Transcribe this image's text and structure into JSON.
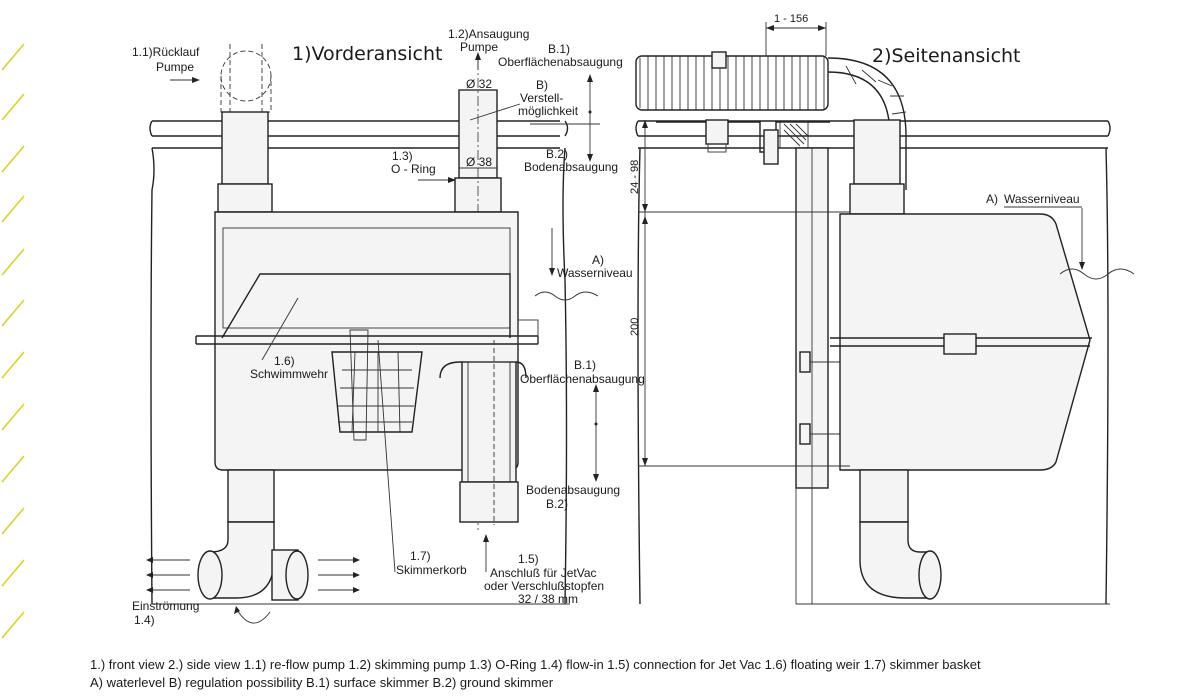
{
  "views": {
    "front": "1)Vorderansicht",
    "side": "2)Seitenansicht"
  },
  "labels": {
    "ruecklauf_1": "1.1)Rücklauf",
    "ruecklauf_2": "Pumpe",
    "ansaugung_1": "1.2)Ansaugung",
    "ansaugung_2": "Pumpe",
    "oberflaeche_top_1": "B.1)",
    "oberflaeche_top_2": "Oberflächenabsaugung",
    "verstell_1": "B)",
    "verstell_2": "Verstell-",
    "verstell_3": "möglichkeit",
    "boden_top_1": "B.2)",
    "boden_top_2": "Bodenabsaugung",
    "oring_1": "1.3)",
    "oring_2": "O - Ring",
    "dia32": "Ø 32",
    "dia38": "Ø 38",
    "wasser_front_1": "A)",
    "wasser_front_2": "Wasserniveau",
    "weir_1": "1.6)",
    "weir_2": "Schwimmwehr",
    "ober_low_1": "B.1)",
    "ober_low_2": "Oberflächenabsaugung",
    "boden_low_1": "Bodenabsaugung",
    "boden_low_2": "B.2)",
    "korb_1": "1.7)",
    "korb_2": "Skimmerkorb",
    "jet_1": "1.5)",
    "jet_2": "Anschluß für JetVac",
    "jet_3": "oder Verschlußstopfen",
    "jet_4": "32 / 38 mm",
    "einstroem_1": "Einströmung",
    "einstroem_2": "1.4)",
    "wasser_side_1": "A)",
    "wasser_side_2": "Wasserniveau",
    "dim_top": "1 - 156",
    "dim_v1": "24 - 98",
    "dim_v2": "200"
  },
  "legend": {
    "line1": "1.) front view  2.) side view  1.1) re-flow pump  1.2) skimming pump  1.3) O-Ring  1.4) flow-in  1.5) connection for Jet Vac  1.6) floating weir  1.7) skimmer basket",
    "line2": "A) waterlevel   B) regulation possibility   B.1) surface skimmer   B.2) ground skimmer"
  },
  "colors": {
    "accent": "#d8d22a",
    "ink": "#222222"
  }
}
